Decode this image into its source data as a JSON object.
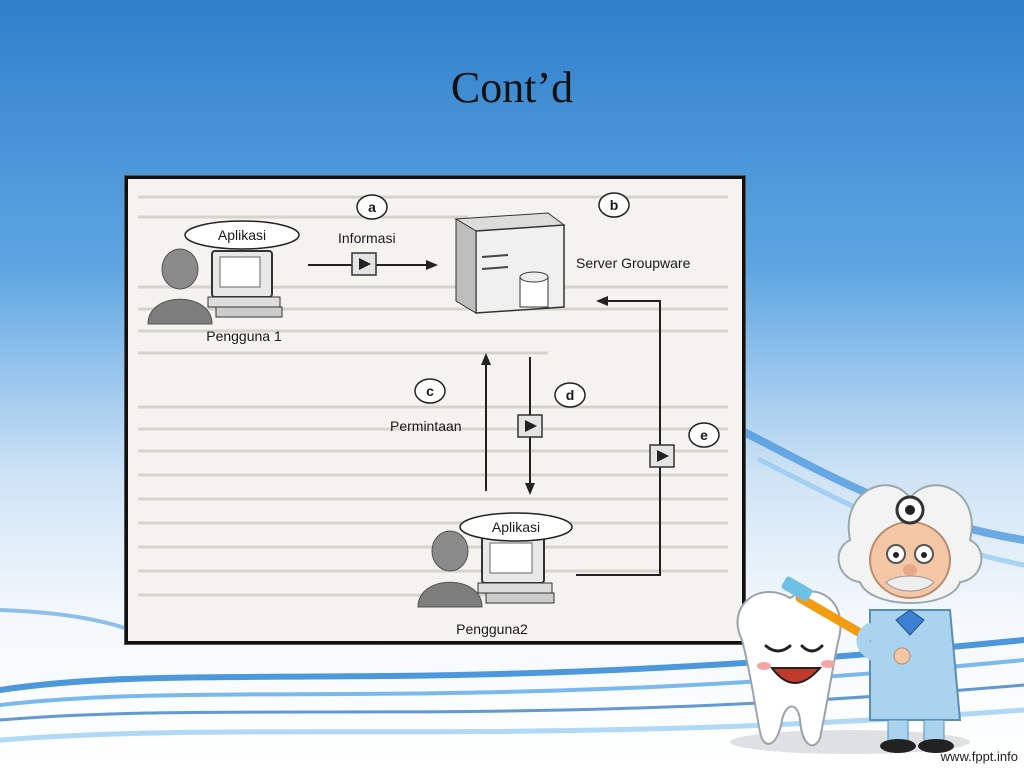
{
  "slide": {
    "title": "Cont’d",
    "footer_url": "www.fppt.info"
  },
  "diagram": {
    "nodes": {
      "user1_app": "Aplikasi",
      "user1_name": "Pengguna 1",
      "server_name": "Server Groupware",
      "user2_app": "Aplikasi",
      "user2_name": "Pengguna2"
    },
    "step_badges": [
      "a",
      "b",
      "c",
      "d",
      "e"
    ],
    "edge_labels": {
      "a": "Informasi",
      "c": "Permintaan"
    }
  },
  "colors": {
    "sky_top": "#3b86cf",
    "sky_bottom": "#eef4fa",
    "wave": "#3a8fd8",
    "frame_border": "#111111"
  },
  "icons": [
    "user-silhouette-icon",
    "computer-icon",
    "server-icon",
    "play-icon",
    "dentist-mascot",
    "tooth-mascot"
  ]
}
